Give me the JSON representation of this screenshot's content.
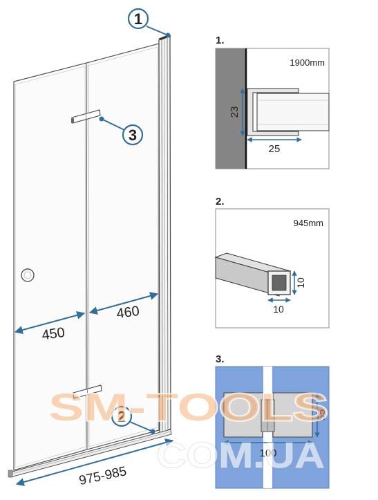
{
  "door": {
    "callouts": [
      "1",
      "2",
      "3"
    ],
    "dim_left": "450",
    "dim_right": "460",
    "dim_total": "975-985"
  },
  "details": [
    {
      "num": "1.",
      "length": "1900mm",
      "height": "23",
      "width": "25"
    },
    {
      "num": "2.",
      "length": "945mm",
      "height": "10",
      "width": "10"
    },
    {
      "num": "3.",
      "height": "55",
      "width": "100"
    }
  ],
  "watermark": {
    "line1": "SM-TOOLS",
    "line2": "COM.UA"
  },
  "colors": {
    "dimension": "#2f6f9e",
    "wall": "#858585",
    "glass_blue": "#7fa3dd",
    "watermark_orange": "#f5a05a",
    "watermark_white": "#ffffff"
  }
}
